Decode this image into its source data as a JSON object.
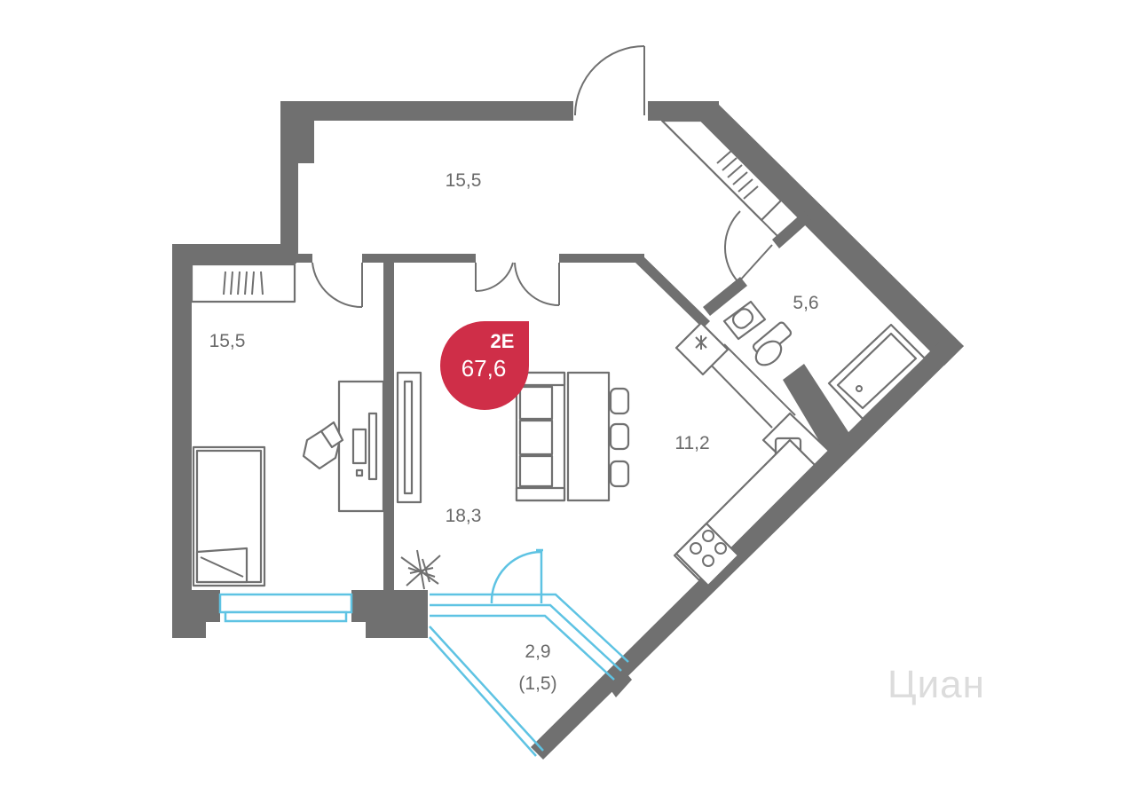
{
  "apartment": {
    "code": "2E",
    "total_area": "67,6",
    "badge_color": "#cf2e48"
  },
  "rooms": [
    {
      "id": "hall",
      "area": "15,5"
    },
    {
      "id": "bedroom",
      "area": "15,5"
    },
    {
      "id": "living",
      "area": "18,3"
    },
    {
      "id": "kitchen",
      "area": "11,2"
    },
    {
      "id": "bathroom",
      "area": "5,6"
    },
    {
      "id": "balcony",
      "area": "2,9",
      "area_reduced": "(1,5)"
    }
  ],
  "watermark": "Циан",
  "colors": {
    "wall": "#707070",
    "window": "#5ec3e3",
    "label": "#6a6a6a"
  }
}
